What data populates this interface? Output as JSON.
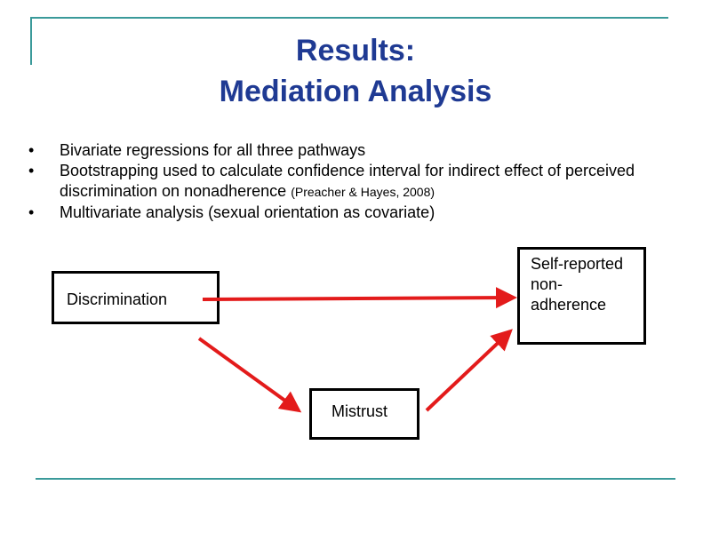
{
  "slide": {
    "title_line1": "Results:",
    "title_line2": "Mediation Analysis",
    "bullets": [
      {
        "text": "Bivariate regressions for all three pathways",
        "citation": ""
      },
      {
        "text": "Bootstrapping used to calculate confidence interval for indirect effect of perceived discrimination on nonadherence",
        "citation": "(Preacher & Hayes, 2008)"
      },
      {
        "text": "Multivariate analysis (sexual orientation as covariate)",
        "citation": ""
      }
    ]
  },
  "diagram": {
    "nodes": {
      "discrimination": "Discrimination",
      "self_reported": [
        "Self-reported",
        "non-",
        "adherence"
      ],
      "mistrust": "Mistrust"
    },
    "arrow_color": "#e31b1b"
  }
}
